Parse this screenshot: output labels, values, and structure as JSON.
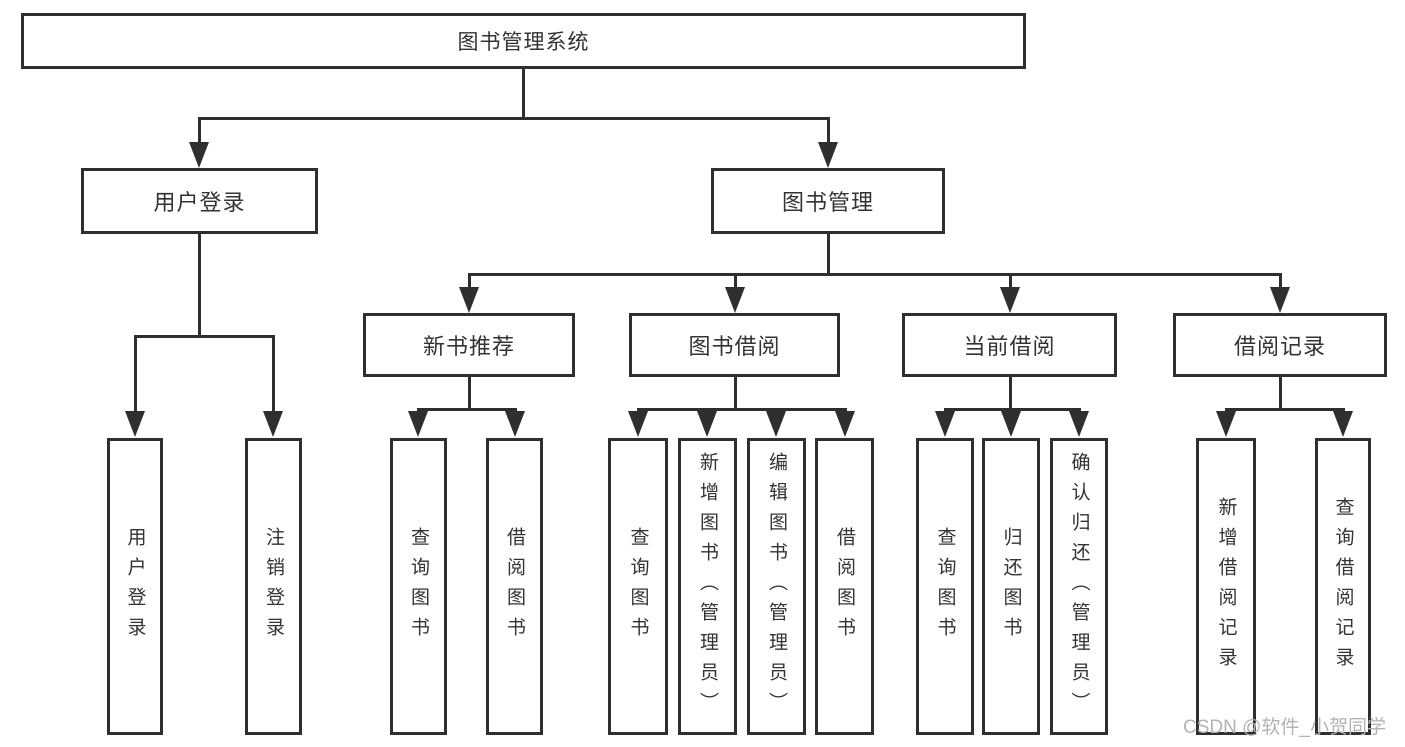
{
  "colors": {
    "line": "#2f2f2f",
    "text": "#333333",
    "box_bg": "#ffffff",
    "watermark": "#b3b3b3",
    "background": "#ffffff"
  },
  "tree": {
    "root": {
      "label": "图书管理系统"
    },
    "branches": [
      {
        "label": "用户登录",
        "children": [
          {
            "label": "用户登录"
          },
          {
            "label": "注销登录"
          }
        ]
      },
      {
        "label": "图书管理",
        "children": [
          {
            "label": "新书推荐",
            "children": [
              {
                "label": "查询图书"
              },
              {
                "label": "借阅图书"
              }
            ]
          },
          {
            "label": "图书借阅",
            "children": [
              {
                "label": "查询图书"
              },
              {
                "label": "新增图书（管理员）"
              },
              {
                "label": "编辑图书（管理员）"
              },
              {
                "label": "借阅图书"
              }
            ]
          },
          {
            "label": "当前借阅",
            "children": [
              {
                "label": "查询图书"
              },
              {
                "label": "归还图书"
              },
              {
                "label": "确认归还（管理员）"
              }
            ]
          },
          {
            "label": "借阅记录",
            "children": [
              {
                "label": "新增借阅记录"
              },
              {
                "label": "查询借阅记录"
              }
            ]
          }
        ]
      }
    ]
  },
  "watermark": {
    "text": "CSDN @软件_小贺同学"
  }
}
